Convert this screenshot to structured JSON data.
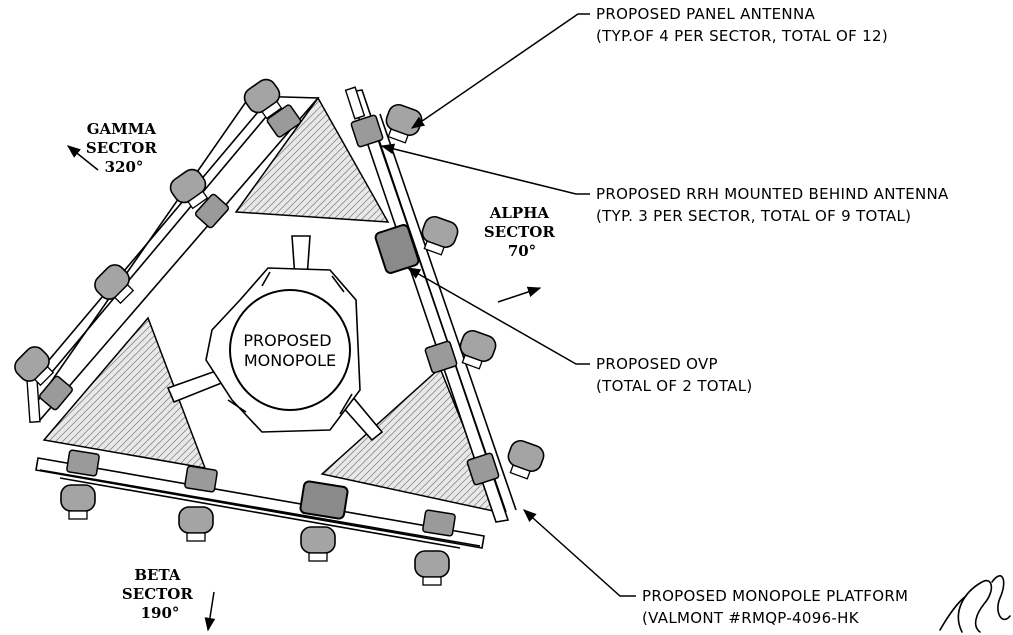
{
  "callouts": {
    "panel_antenna": [
      "PROPOSED PANEL ANTENNA",
      "(TYP.OF 4 PER SECTOR, TOTAL OF 12)"
    ],
    "rrh": [
      "PROPOSED RRH MOUNTED BEHIND ANTENNA",
      "(TYP. 3 PER SECTOR, TOTAL OF 9 TOTAL)"
    ],
    "ovp": [
      "PROPOSED OVP",
      "(TOTAL OF 2 TOTAL)"
    ],
    "platform": [
      "PROPOSED MONOPOLE PLATFORM",
      "(VALMONT #RMQP-4096-HK"
    ]
  },
  "sectors": {
    "gamma": [
      "GAMMA",
      "SECTOR",
      "320°"
    ],
    "alpha": [
      "ALPHA",
      "SECTOR",
      "70°"
    ],
    "beta": [
      "BETA",
      "SECTOR",
      "190°"
    ]
  },
  "monopole": [
    "PROPOSED",
    "MONOPOLE"
  ]
}
